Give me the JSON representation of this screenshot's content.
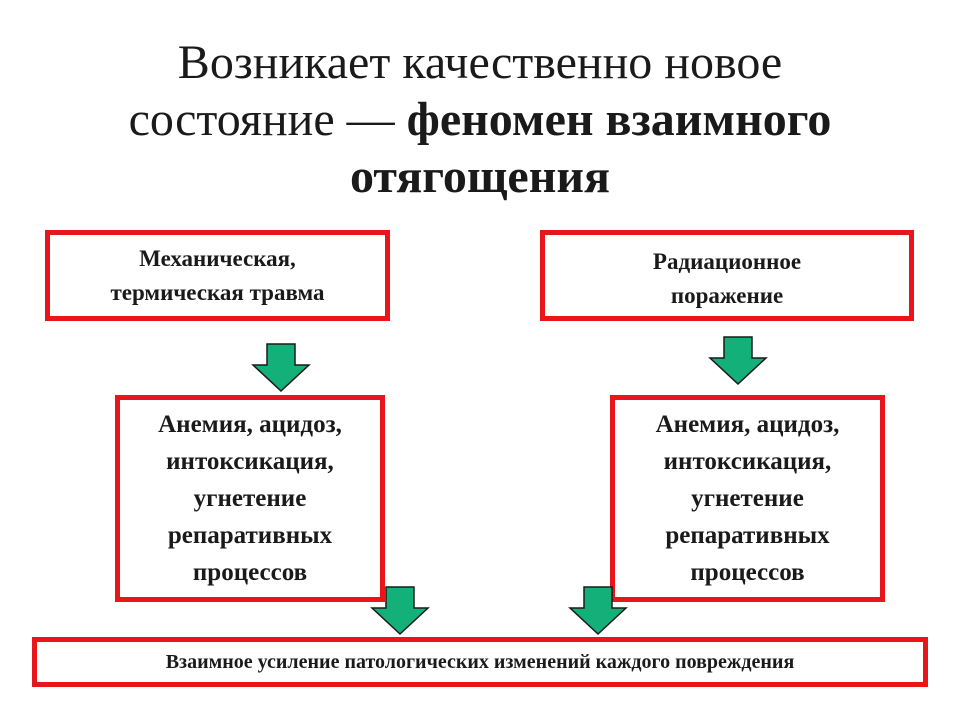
{
  "title": {
    "line1": "Возникает качественно новое",
    "line2_regular": "состояние — ",
    "line2_bold": "феномен взаимного",
    "line3_bold": "отягощения"
  },
  "boxes": {
    "top_left": "Механическая,\nтермическая травма",
    "top_right": "Радиационное\nпоражение",
    "mid_left": "Анемия, ацидоз,\nинтоксикация,\nугнетение\nрепаративных\nпроцессов",
    "mid_right": "Анемия, ацидоз,\nинтоксикация,\nугнетение\nрепаративных\nпроцессов",
    "bottom": "Взаимное усиление патологических изменений каждого повреждения"
  },
  "colors": {
    "border": "#e8161b",
    "arrow_fill": "#13b07a",
    "arrow_stroke": "#1a1a1a"
  }
}
